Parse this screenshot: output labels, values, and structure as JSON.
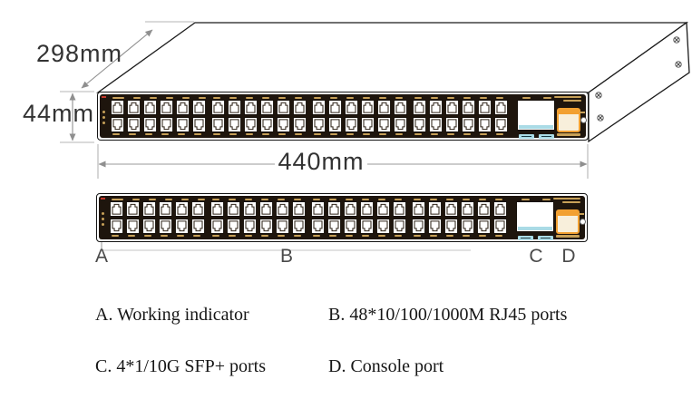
{
  "dimensions": {
    "depth": "298mm",
    "height": "44mm",
    "width": "440mm"
  },
  "callouts": {
    "a": "A",
    "b": "B",
    "c": "C",
    "d": "D"
  },
  "legend": {
    "a": "A. Working indicator",
    "b": "B. 48*10/100/1000M RJ45 ports",
    "c": "C. 4*1/10G SFP+ ports",
    "d": "D. Console port"
  },
  "panel": {
    "rj45_groups": 4,
    "cols_per_group": 6,
    "rows_per_group": 2,
    "sfp_label_count": 2,
    "colors": {
      "faceplate": "#1e150d",
      "gold": "#c7a058",
      "console_orange": "#f2a031",
      "console_body": "#f8efdb",
      "sfp_cyan": "#aadbe6",
      "led_red": "#c2372b",
      "dim_line": "#8f8f8f",
      "text": "#2b2b2b"
    }
  }
}
